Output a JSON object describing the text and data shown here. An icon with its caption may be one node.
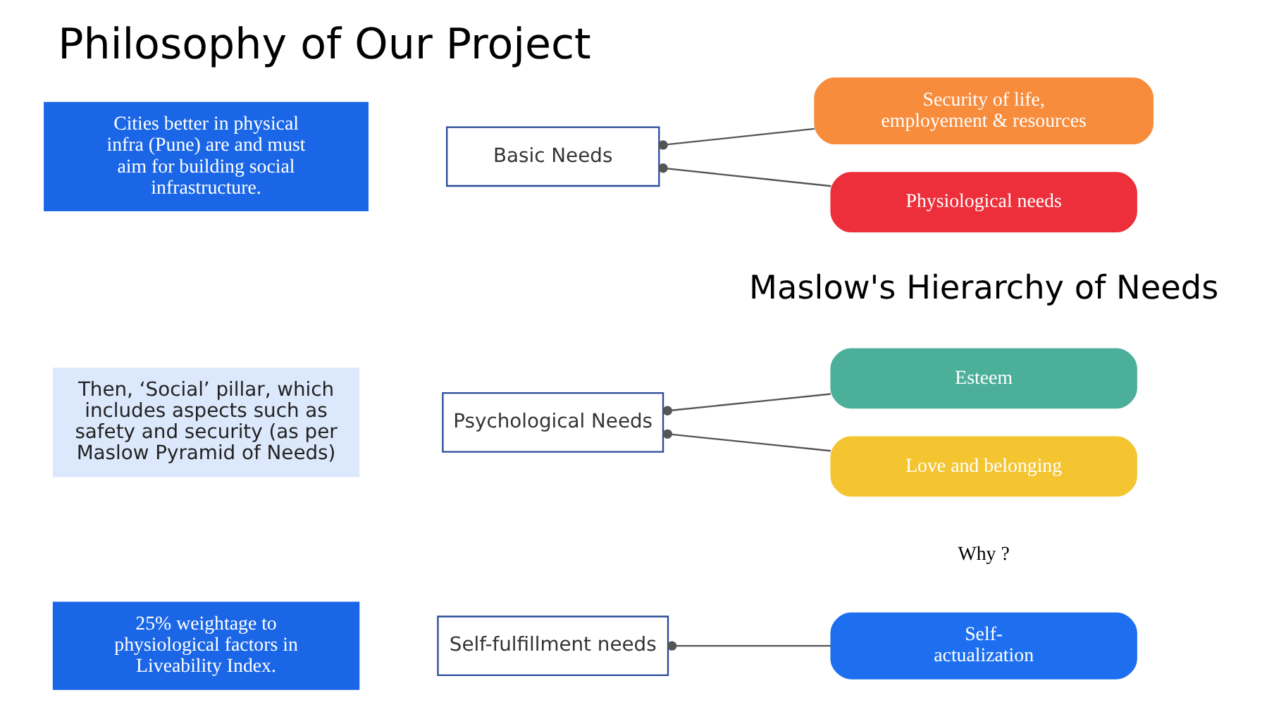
{
  "diagram": {
    "title": "Philosophy of Our Project",
    "caption": "Maslow's Hierarchy of Needs",
    "nodes": [
      {
        "text": [
          "25% weightage to physiological factors in Liveability Index."
        ]
      },
      {
        "text": [
          "Then, ‘Social’ pillar, which includes aspects such as safety and security (as per Maslow Pyramid of Needs)"
        ]
      },
      {
        "text": [
          "Cities better in physical infra (Pune) are and must aim for building social infrastructure."
        ]
      },
      {
        "text": [
          "Self-fulfillment needs"
        ]
      },
      {
        "text": [
          "Self-actualization"
        ]
      },
      {
        "text": [
          "Psychological Needs"
        ]
      },
      {
        "text": [
          "Esteem"
        ]
      },
      {
        "text": [
          "Love and belonging"
        ]
      },
      {
        "text": [
          "Basic Needs"
        ]
      },
      {
        "text": [
          "Security of life, employement & resources"
        ]
      },
      {
        "text": [
          "Physiological needs"
        ]
      }
    ],
    "edges": [
      {
        "from": 3,
        "to": 4,
        "arrow": "other"
      },
      {
        "from": 5,
        "to": 6,
        "arrow": "other"
      },
      {
        "from": 5,
        "to": 7,
        "arrow": "other"
      },
      {
        "from": 8,
        "to": 9,
        "arrow": "other"
      },
      {
        "from": 8,
        "to": 10,
        "arrow": "other"
      }
    ],
    "labels": [
      "Why ?"
    ]
  }
}
